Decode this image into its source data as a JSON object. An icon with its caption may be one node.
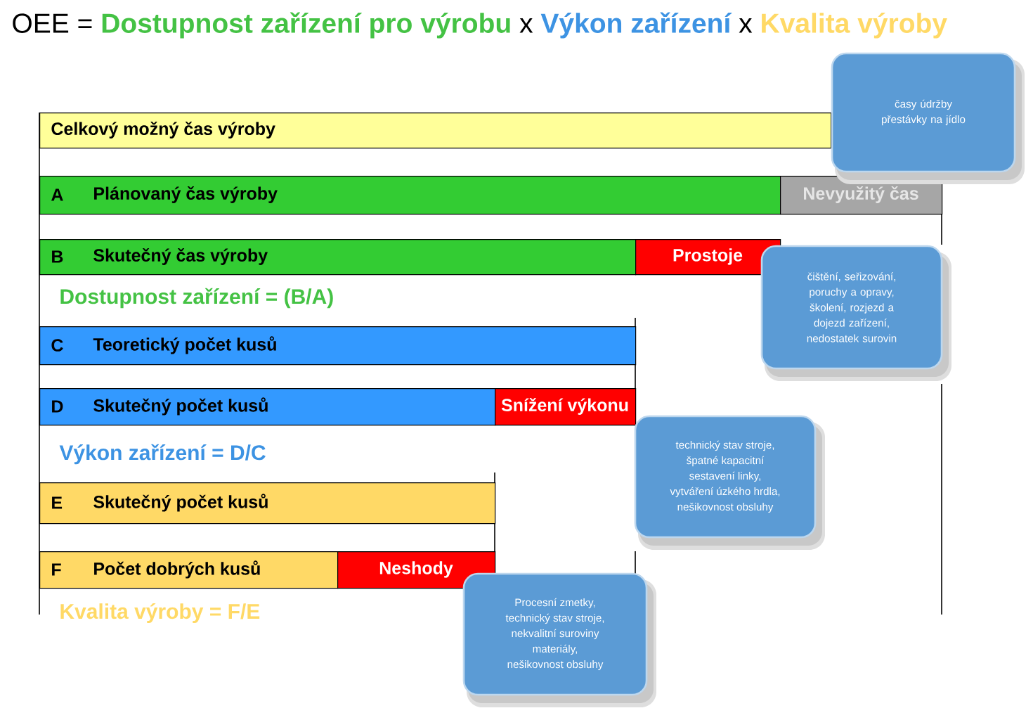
{
  "diagram": {
    "title": "OEE = **Dostupnost zařízení pro výrobu** x **Výkon zařízení** x **Kvalita výroby**",
    "nodes": [
      {
        "text": [
          "časy údržby přestávky na jídlo"
        ]
      },
      {
        "text": [
          "Celkový možný čas výroby"
        ]
      },
      {
        "text": [
          "A",
          "Plánovaný čas výroby"
        ]
      },
      {
        "text": [
          "Nevyužitý čas"
        ]
      },
      {
        "text": [
          "B",
          "Skutečný čas výroby"
        ]
      },
      {
        "text": [
          "Prostoje"
        ]
      },
      {
        "text": [
          "čištění, seřizování, poruchy a opravy, školení, rozjezd a dojezd zařízení, nedostatek surovin"
        ]
      },
      {
        "text": [
          "C",
          "Teoretický počet kusů"
        ]
      },
      {
        "text": [
          "D",
          "Skutečný počet kusů"
        ]
      },
      {
        "text": [
          "Snížení výkonu"
        ]
      },
      {
        "text": [
          "technický stav stroje, špatné kapacitní sestavení linky, vytváření úzkého hrdla, nešikovnost obsluhy"
        ]
      },
      {
        "text": [
          "E",
          "Skutečný počet kusů"
        ]
      },
      {
        "text": [
          "F",
          "Počet dobrých kusů"
        ]
      },
      {
        "text": [
          "Neshody"
        ]
      },
      {
        "text": [
          "Procesní zmetky, technický stav stroje, nekvalitní suroviny materiály, nešikovnost obsluhy"
        ]
      }
    ],
    "labels": [
      "Dostupnost zařízení = (B/A)",
      "Výkon zařízení = D/C",
      "Kvalita výroby = F/E"
    ]
  }
}
